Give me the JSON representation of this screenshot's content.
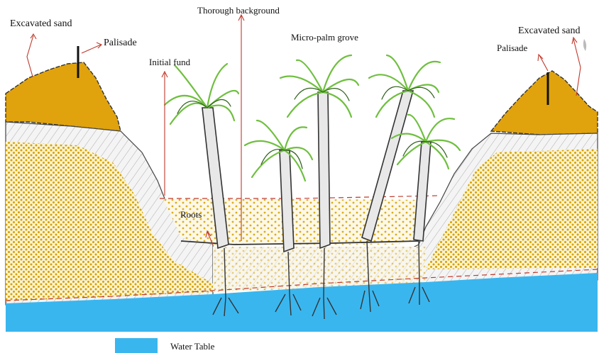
{
  "labels": {
    "excavated_sand_left": "Excavated sand",
    "palisade_left": "Palisade",
    "thorough_background": "Thorough background",
    "micro_palm_grove": "Micro-palm grove",
    "initial_fund": "Initial fund",
    "excavated_sand_right": "Excavated sand",
    "palisade_right": "Palisade",
    "roots": "Roots"
  },
  "legend": {
    "water_table": "Water Table"
  },
  "colors": {
    "excavated_sand": "#e0a30d",
    "sand_dots": "#d6a200",
    "sand_bg": "#fbf3d2",
    "water": "#3ab6ef",
    "palm_leaves": "#6fbf3f",
    "annotation_red": "#c0392b"
  }
}
